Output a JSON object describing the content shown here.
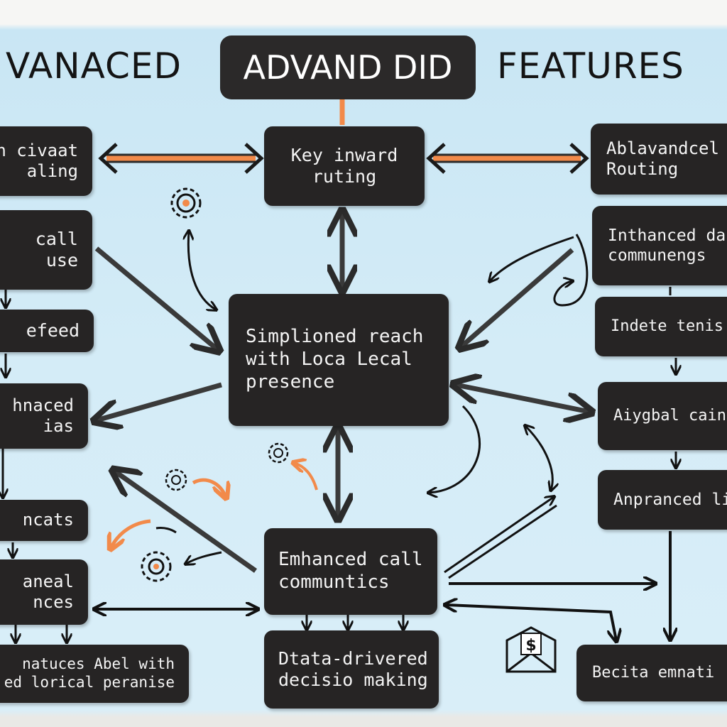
{
  "title": {
    "left_word": "VANACED",
    "pill": "ADVAND DID",
    "right_word": "FEATURES"
  },
  "center_nodes": {
    "top": {
      "line1": "Key inward",
      "line2": "ruting"
    },
    "middle": {
      "line1": "Simplioned reach",
      "line2": "with Loca Lecal",
      "line3": "presence"
    },
    "call": {
      "line1": "Emhanced call",
      "line2": "communtics"
    },
    "data": {
      "line1": "Dtata-drivered",
      "line2": "decisio making"
    }
  },
  "left_nodes": {
    "n1": {
      "line1": "n civaat",
      "line2": "aling"
    },
    "n2": {
      "line1": "call",
      "line2": "use"
    },
    "n3": {
      "line1": "efeed"
    },
    "n4": {
      "line1": "hnaced",
      "line2": "ias"
    },
    "n5": {
      "line1": "ncats"
    },
    "n6": {
      "line1": "aneal",
      "line2": "nces"
    },
    "n7": {
      "line1": "natuces Abel with",
      "line2": "ed lorical peranise"
    }
  },
  "right_nodes": {
    "r1": {
      "line1": "Ablavandcel",
      "line2": "Routing"
    },
    "r2": {
      "line1": "Inthanced da",
      "line2": "communengs"
    },
    "r3": {
      "line1": "Indete tenis"
    },
    "r4": {
      "line1": "Aiygbal cain"
    },
    "r5": {
      "line1": "Anpranced lin"
    },
    "r6": {
      "line1": "Becita emnati"
    }
  },
  "colors": {
    "board": "#d4ecf7",
    "box": "#262424",
    "box_text": "#f4f4f4",
    "arrow": "#3a3a3a",
    "accent_orange": "#f28a4a"
  },
  "icons": [
    "gear-icon",
    "gear-icon",
    "gear-icon",
    "gear-icon",
    "dollar-envelope-icon"
  ]
}
